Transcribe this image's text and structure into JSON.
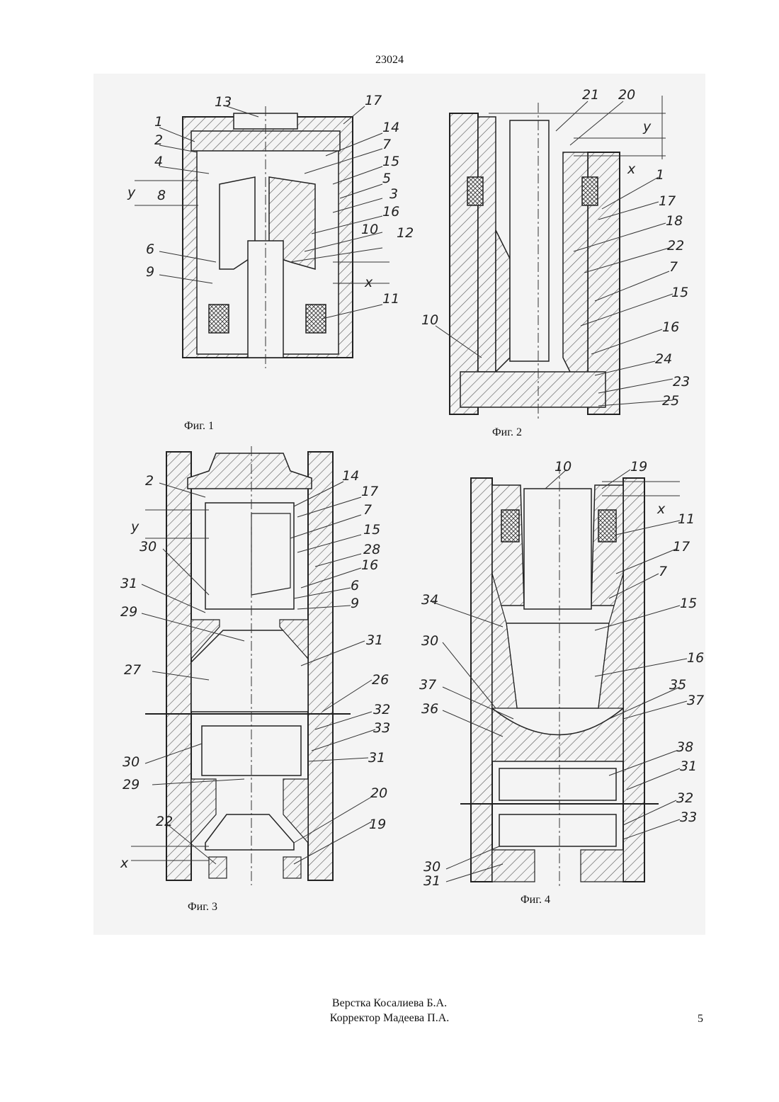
{
  "document_number": "23024",
  "figures": [
    {
      "caption": "Фиг. 1",
      "labels": [
        "13",
        "17",
        "1",
        "2",
        "14",
        "7",
        "4",
        "15",
        "5",
        "y",
        "8",
        "3",
        "16",
        "10",
        "12",
        "6",
        "9",
        "x",
        "11"
      ]
    },
    {
      "caption": "Фиг. 2",
      "labels": [
        "21",
        "20",
        "y",
        "x",
        "1",
        "17",
        "18",
        "22",
        "7",
        "15",
        "10",
        "16",
        "24",
        "23",
        "25"
      ]
    },
    {
      "caption": "Фиг. 3",
      "labels": [
        "2",
        "14",
        "17",
        "7",
        "y",
        "15",
        "28",
        "30",
        "16",
        "31",
        "6",
        "9",
        "29",
        "31",
        "27",
        "26",
        "32",
        "33",
        "30",
        "31",
        "29",
        "20",
        "22",
        "19",
        "x"
      ]
    },
    {
      "caption": "Фиг. 4",
      "labels": [
        "10",
        "19",
        "x",
        "11",
        "17",
        "7",
        "34",
        "15",
        "30",
        "16",
        "37",
        "35",
        "37",
        "36",
        "38",
        "31",
        "32",
        "33",
        "30",
        "31"
      ]
    }
  ],
  "footer": {
    "layout_credit": "Верстка Косалиева Б.А.",
    "proofreader_credit": "Корректор Мадеева П.А."
  },
  "page_number": "5"
}
